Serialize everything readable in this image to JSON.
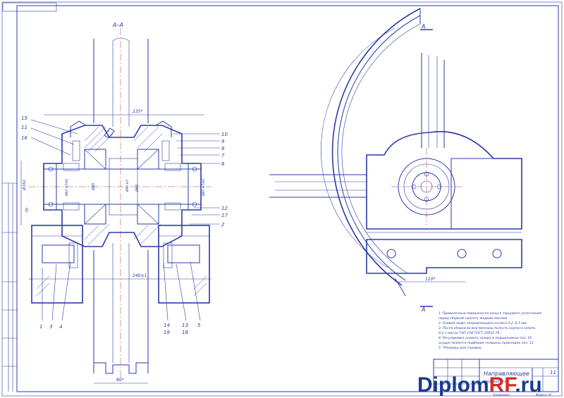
{
  "section": {
    "title": "А–А",
    "dim_top": "235*",
    "dim_width": "240±1",
    "dim_bottom": "80*",
    "dim_left_a": "Ø162",
    "dim_left_b": "70",
    "dim_shaft": "Ø80",
    "dim_core": "Ø60",
    "dim_fit_left": "Ø60 H7/k6",
    "dim_fit_right": "Ø60 H7/k6",
    "dim_bore": "Ø90 H7",
    "callouts_left": [
      "15",
      "11",
      "16"
    ],
    "callouts_right": [
      "10",
      "9",
      "8",
      "7",
      "6",
      "12",
      "17",
      "2"
    ],
    "callouts_bottom_left": [
      "1",
      "3",
      "4"
    ],
    "callouts_bottom_right": [
      "14",
      "13",
      "5"
    ],
    "callouts_bottom_right_2": [
      "19",
      "18"
    ]
  },
  "wheel": {
    "section_mark_top": "А",
    "section_mark_bottom": "А",
    "dim_base": "110*"
  },
  "notes": [
    "1. Привалочные поверхности конуса торцового уплотнения",
    "   перед сборкой смазать жидким маслом.",
    "2. Осевой люфт направляющего колеса 0,2..0,5 мм.",
    "3. После сборки во внутреннюю полость корпуса залить",
    "   0,2 л масла ТАП-15В ГОСТ 23652-79.",
    "4. Регулировка осевого зазора в подшипниках поз. 16",
    "   осуществляется подбором толщины прокладок поз. 11.",
    "5. *Размеры для справок."
  ],
  "title_block": {
    "name_line1": "Направляющее",
    "name_line2": "колесо А–А",
    "sheet_no": "11",
    "format": "Формат А1",
    "copied": "Копировал"
  },
  "watermark": {
    "text_main": "Diplom",
    "text_accent": "RF",
    "text_tail": ".ru",
    "color_main": "#1a3a8f",
    "color_accent": "#d22f27"
  }
}
